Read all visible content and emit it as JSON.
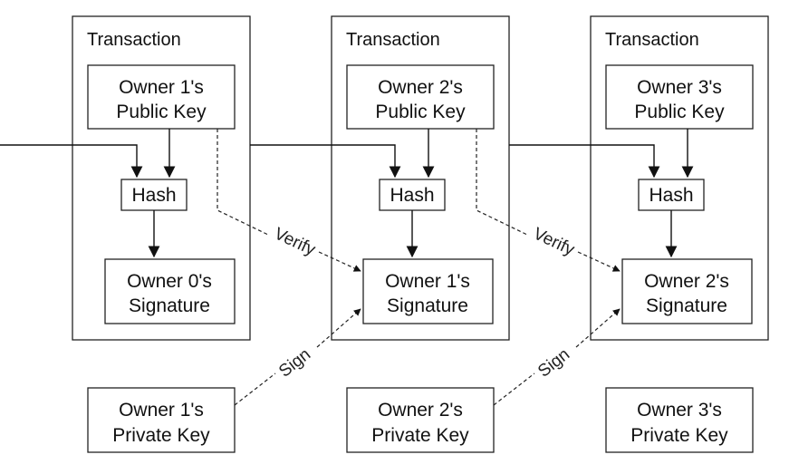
{
  "diagram": {
    "transactions": [
      {
        "title": "Transaction",
        "public_key": [
          "Owner 1's",
          "Public Key"
        ],
        "hash": "Hash",
        "signature": [
          "Owner 0's",
          "Signature"
        ]
      },
      {
        "title": "Transaction",
        "public_key": [
          "Owner 2's",
          "Public Key"
        ],
        "hash": "Hash",
        "signature": [
          "Owner 1's",
          "Signature"
        ]
      },
      {
        "title": "Transaction",
        "public_key": [
          "Owner 3's",
          "Public Key"
        ],
        "hash": "Hash",
        "signature": [
          "Owner 2's",
          "Signature"
        ]
      }
    ],
    "private_keys": [
      [
        "Owner 1's",
        "Private Key"
      ],
      [
        "Owner 2's",
        "Private Key"
      ],
      [
        "Owner 3's",
        "Private Key"
      ]
    ],
    "edge_labels": {
      "verify": "Verify",
      "sign": "Sign"
    }
  }
}
